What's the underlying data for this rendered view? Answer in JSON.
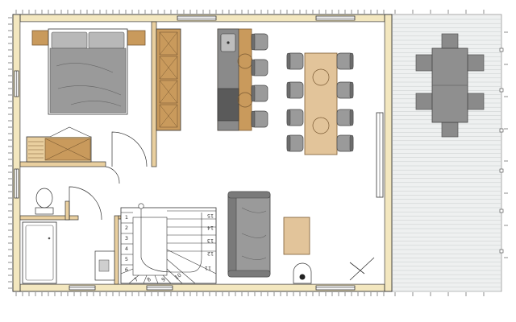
{
  "colors": {
    "wall_fill": "#f3e7bf",
    "wall_stroke": "#333333",
    "wood": "#c99a5c",
    "wood_light": "#e9cf9f",
    "wood_stroke": "#7a5a33",
    "fabric": "#9a9a9a",
    "fabric_dark": "#6d6d6d",
    "deck": "#eef0f0",
    "deck_line": "#c8cccc",
    "table_grey": "#8a8a8a"
  },
  "stairs": {
    "left_numbers": [
      "1",
      "2",
      "3",
      "4",
      "5",
      "6"
    ],
    "bottom_numbers": [
      "7",
      "8",
      "9",
      "10"
    ],
    "right_numbers": [
      "11",
      "12",
      "13",
      "14",
      "15"
    ]
  }
}
